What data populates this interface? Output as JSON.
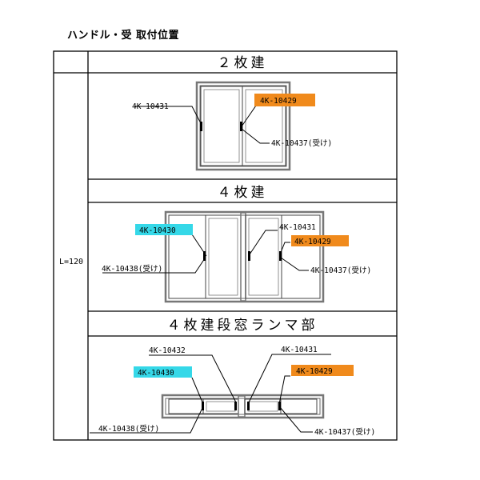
{
  "page": {
    "title": "ハンドル・受 取付位置"
  },
  "left_label": "L=120",
  "colors": {
    "orange": "#f08a1c",
    "cyan": "#35d8e8",
    "line": "#000000",
    "frame": "#7a7a7a"
  },
  "sections": [
    {
      "title": "２枚建",
      "labels": {
        "handle_left": "4K-10431",
        "handle_right": "4K-10429",
        "receiver_right": "4K-10437(受け)"
      }
    },
    {
      "title": "４枚建",
      "labels": {
        "handle_left": "4K-10430",
        "receiver_left": "4K-10438(受け)",
        "handle_right": "4K-10431",
        "handle_right2": "4K-10429",
        "receiver_right": "4K-10437(受け)"
      }
    },
    {
      "title": "４枚建段窓ランマ部",
      "labels": {
        "center_left": "4K-10432",
        "center_right": "4K-10431",
        "handle_left": "4K-10430",
        "handle_right": "4K-10429",
        "receiver_left": "4K-10438(受け)",
        "receiver_right": "4K-10437(受け)"
      }
    }
  ]
}
